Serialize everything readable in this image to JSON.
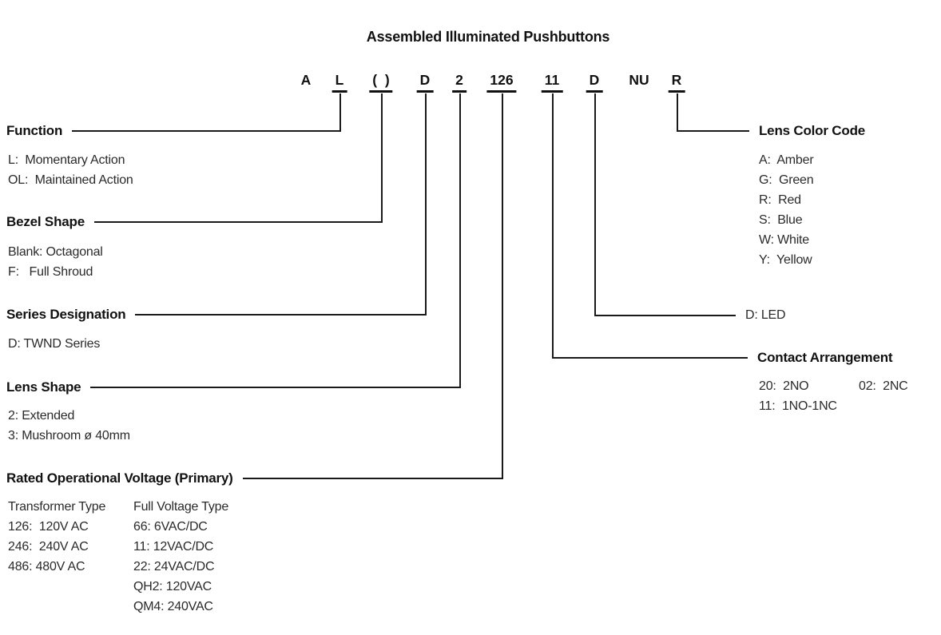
{
  "title": "Assembled Illuminated Pushbuttons",
  "code_segments": [
    {
      "text": "A",
      "underline": false
    },
    {
      "text": "L",
      "underline": true
    },
    {
      "text": "(  )",
      "underline": true
    },
    {
      "text": "D",
      "underline": true
    },
    {
      "text": "2",
      "underline": true
    },
    {
      "text": "126",
      "underline": true
    },
    {
      "text": "11",
      "underline": true
    },
    {
      "text": "D",
      "underline": true
    },
    {
      "text": "NU",
      "underline": false
    },
    {
      "text": "R",
      "underline": true
    }
  ],
  "sections": {
    "function": {
      "heading": "Function",
      "items": [
        "L:  Momentary Action",
        "OL:  Maintained Action"
      ]
    },
    "bezel_shape": {
      "heading": "Bezel Shape",
      "items": [
        "Blank: Octagonal",
        "F:   Full Shroud"
      ]
    },
    "series_designation": {
      "heading": "Series Designation",
      "items": [
        "D: TWND Series"
      ]
    },
    "lens_shape": {
      "heading": "Lens Shape",
      "items": [
        "2: Extended",
        "3: Mushroom ø 40mm"
      ]
    },
    "rated_voltage": {
      "heading": "Rated Operational Voltage (Primary)",
      "columns": [
        {
          "header": "Transformer Type",
          "items": [
            "126:  120V AC",
            "246:  240V AC",
            "486: 480V AC"
          ]
        },
        {
          "header": "Full Voltage Type",
          "items": [
            "66: 6VAC/DC",
            "11: 12VAC/DC",
            "22: 24VAC/DC",
            "QH2: 120VAC",
            "QM4: 240VAC"
          ]
        }
      ]
    },
    "lens_color_code": {
      "heading": "Lens Color Code",
      "items": [
        "A:  Amber",
        "G:  Green",
        "R:  Red",
        "S:  Blue",
        "W: White",
        "Y:  Yellow"
      ]
    },
    "led": {
      "label": "D: LED"
    },
    "contact_arrangement": {
      "heading": "Contact Arrangement",
      "row1_col1": "20:  2NO",
      "row1_col2": "02:  2NC",
      "row2_col1": "11:  1NO-1NC"
    }
  },
  "colors": {
    "background": "#ffffff",
    "heading_text": "#111111",
    "body_text": "#2a2a2a",
    "line": "#1a1a1a"
  }
}
